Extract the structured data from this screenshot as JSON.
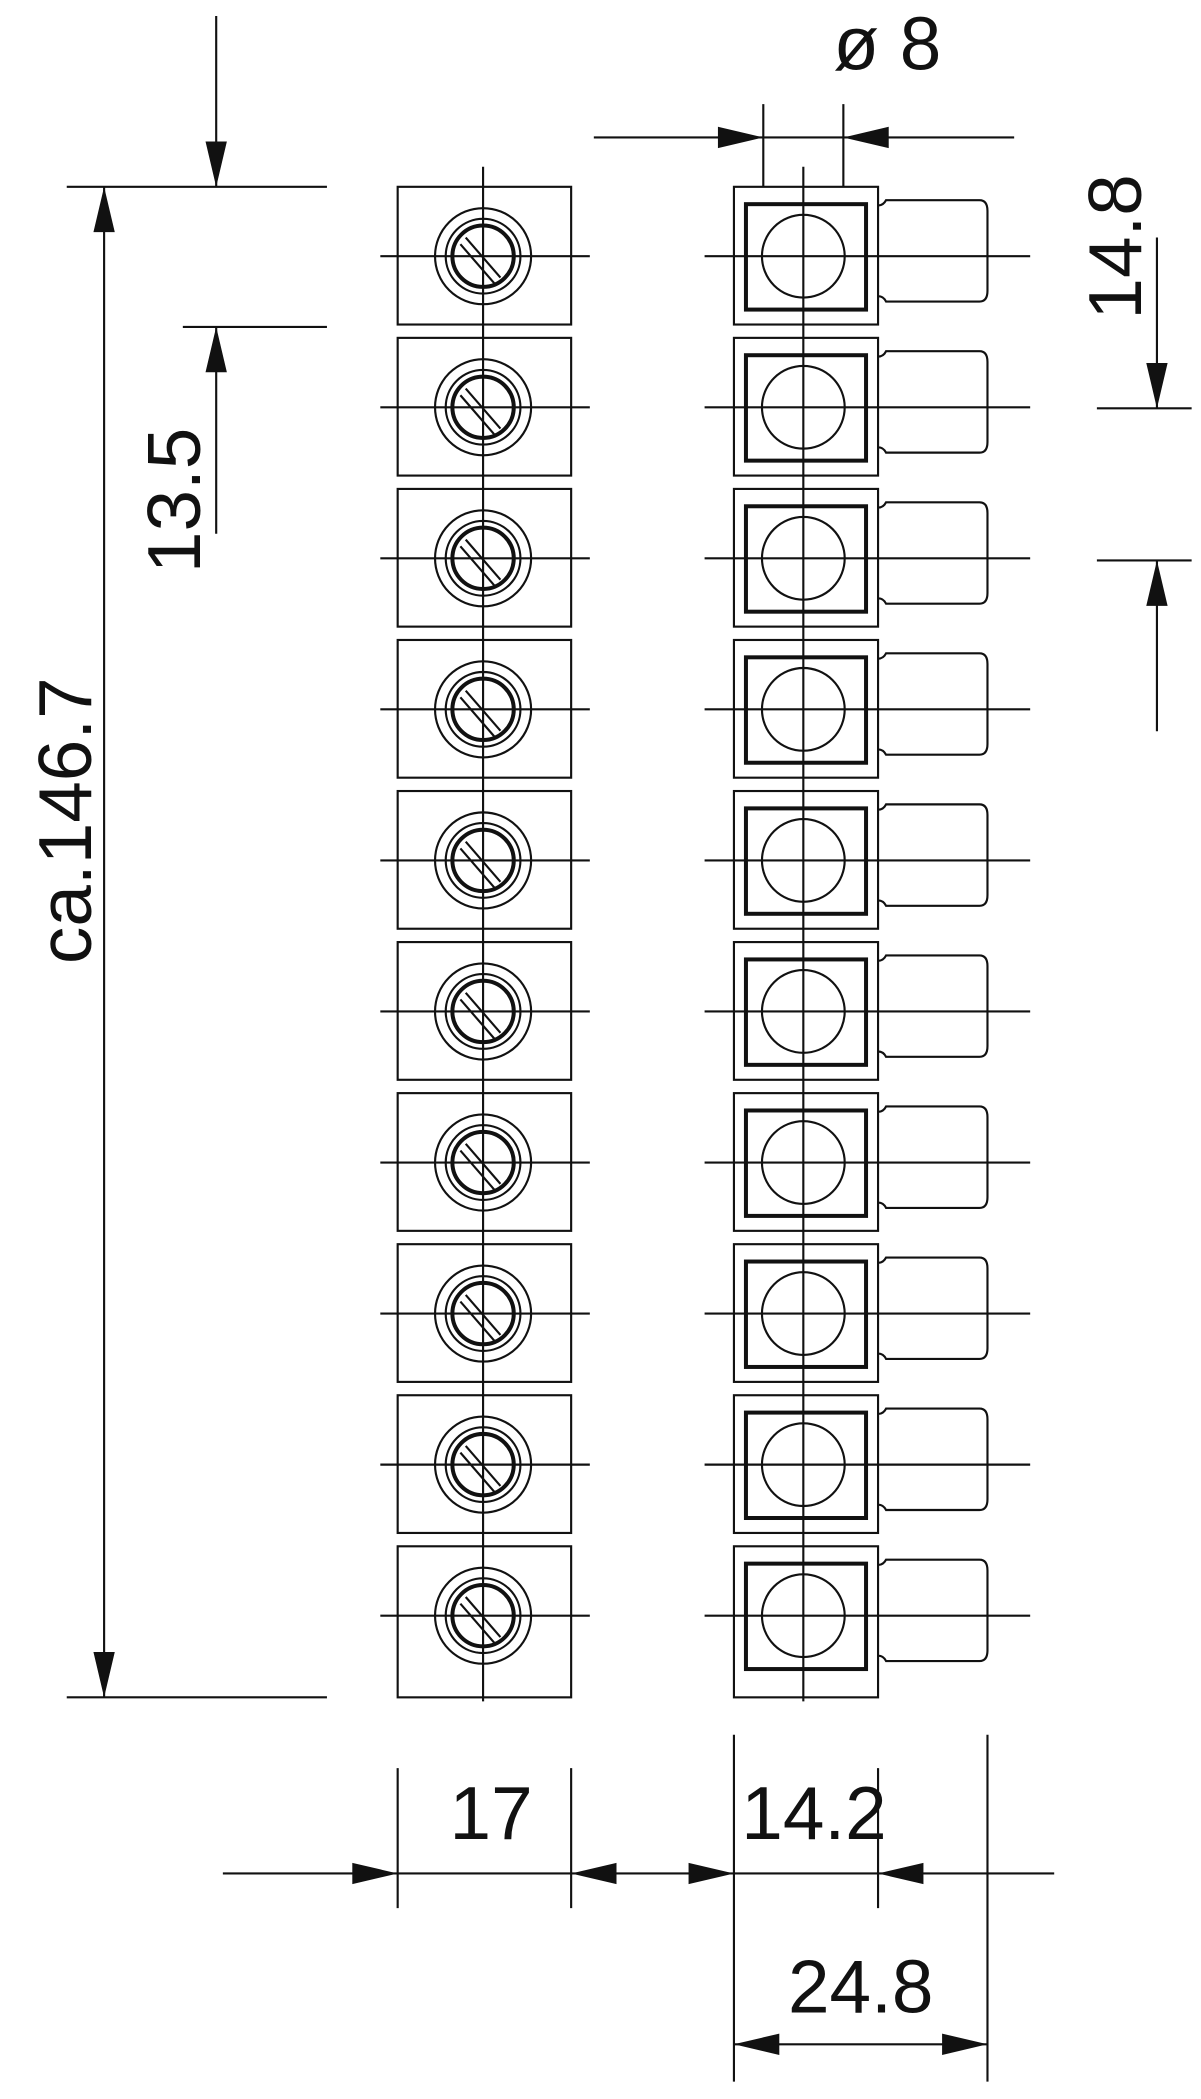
{
  "drawing": {
    "module_count": 10,
    "dimensions": {
      "overall_length": "ca.146.7",
      "pitch": "13.5",
      "pitch_side": "14.8",
      "hole_diameter": "ø 8",
      "width_front": "17",
      "width_side": "14.2",
      "depth_total": "24.8"
    }
  }
}
